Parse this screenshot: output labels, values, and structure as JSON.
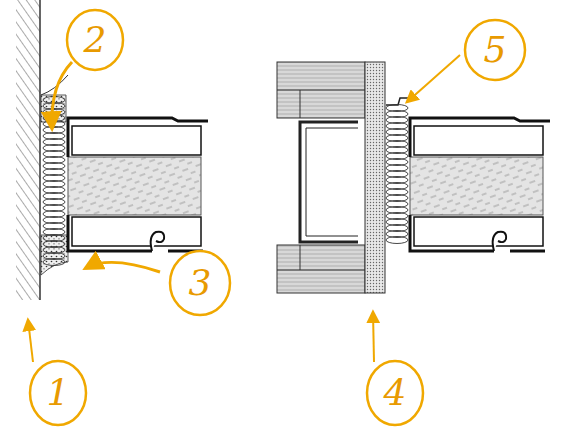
{
  "diagram": {
    "labels": [
      "2",
      "5",
      "3",
      "1",
      "4"
    ]
  }
}
